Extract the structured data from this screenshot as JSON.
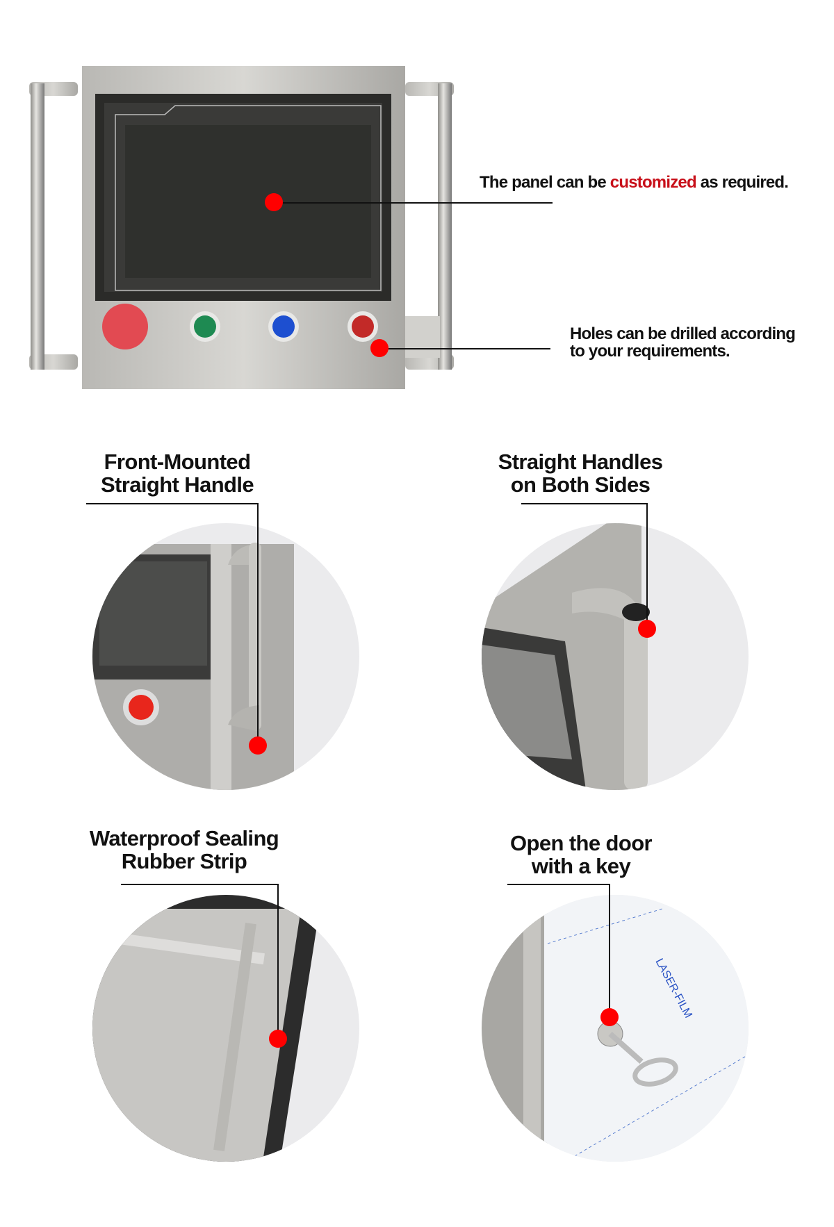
{
  "top": {
    "callout_panel": {
      "before": "The panel can be ",
      "highlight": "customized",
      "after": " as required."
    },
    "callout_holes": {
      "line1": "Holes can be drilled according",
      "line2": "to your requirements."
    }
  },
  "features": [
    {
      "line1": "Front-Mounted",
      "line2": "Straight Handle"
    },
    {
      "line1": "Straight Handles",
      "line2": "on Both Sides"
    },
    {
      "line1": "Waterproof Sealing",
      "line2": "Rubber Strip"
    },
    {
      "line1": "Open the door",
      "line2": "with a key"
    }
  ],
  "film_text": "LASER-FILM",
  "colors": {
    "accent_red": "#c8101a",
    "marker": "#ff0000"
  }
}
